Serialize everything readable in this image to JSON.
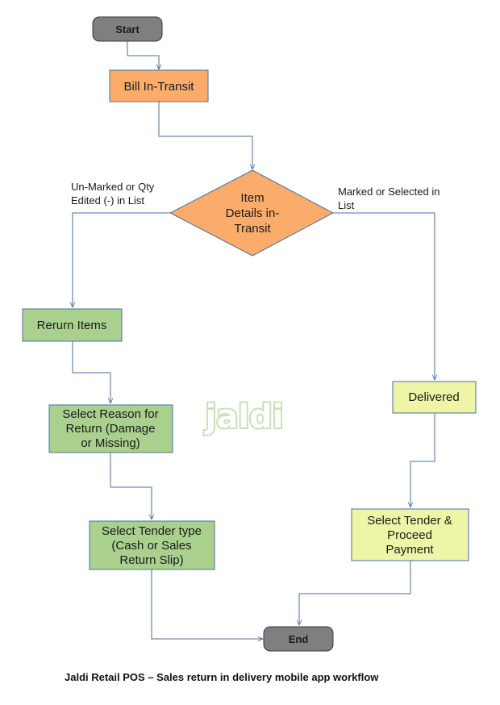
{
  "colors": {
    "terminal": "#7f7f7f",
    "process_orange": "#fbac6b",
    "decision_orange": "#fbac6b",
    "process_green": "#aad08e",
    "process_yellow": "#eef5a6",
    "connector": "#4a6fa5",
    "watermark": "#c5e3b8"
  },
  "nodes": {
    "start": {
      "label": "Start"
    },
    "bill_in_transit": {
      "label": "Bill In-Transit"
    },
    "item_details": {
      "lines": [
        "Item",
        "Details in-",
        "Transit"
      ]
    },
    "return_items": {
      "label": "Rerurn Items"
    },
    "select_reason": {
      "lines": [
        "Select Reason for",
        "Return (Damage",
        "or Missing)"
      ]
    },
    "select_tender_type": {
      "lines": [
        "Select Tender type",
        "(Cash or Sales",
        "Return Slip)"
      ]
    },
    "delivered": {
      "label": "Delivered"
    },
    "select_tender_proceed": {
      "lines": [
        "Select Tender &",
        "Proceed",
        "Payment"
      ]
    },
    "end": {
      "label": "End"
    }
  },
  "edge_labels": {
    "left": [
      "Un-Marked or Qty",
      "Edited (-) in List"
    ],
    "right": [
      "Marked or Selected in",
      "List"
    ]
  },
  "watermark": "jaldi",
  "caption": "Jaldi Retail POS – Sales return in delivery mobile app workflow"
}
